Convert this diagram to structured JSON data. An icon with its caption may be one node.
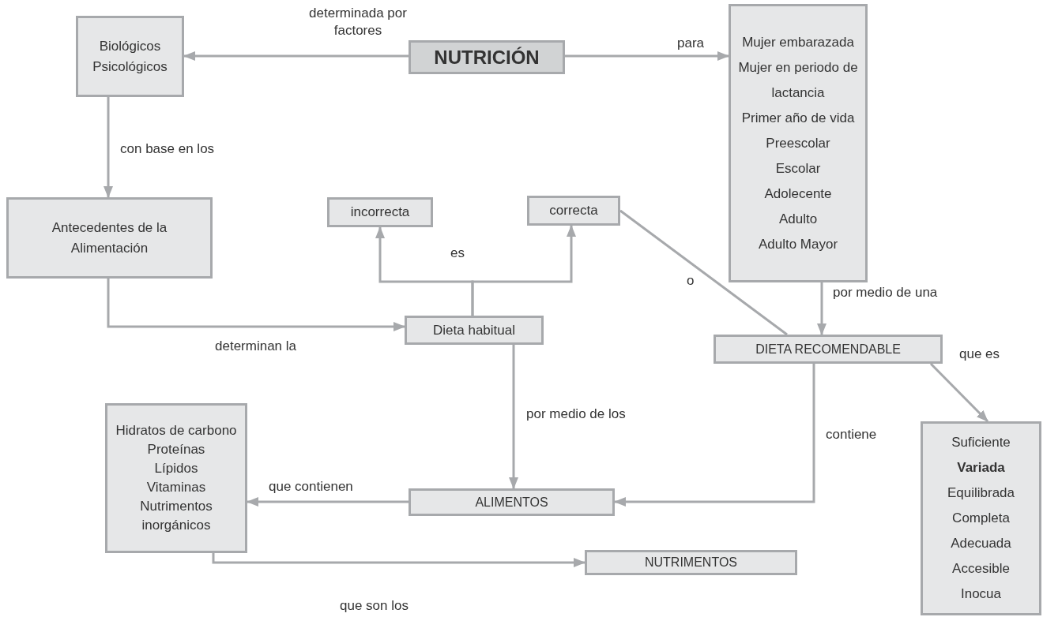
{
  "diagram": {
    "nodes": [
      {
        "text": [
          "Biológicos",
          "Psicológicos"
        ]
      },
      {
        "text": [
          "NUTRICIÓN"
        ]
      },
      {
        "text": [
          "Mujer embarazada",
          "Mujer en periodo de lactancia",
          "Primer año de vida",
          "Preescolar",
          "Escolar",
          "Adolecente",
          "Adulto",
          "Adulto Mayor"
        ]
      },
      {
        "text": [
          "Antecedentes de la Alimentación"
        ]
      },
      {
        "text": [
          "incorrecta"
        ]
      },
      {
        "text": [
          "correcta"
        ]
      },
      {
        "text": [
          "Dieta habitual"
        ]
      },
      {
        "text": [
          "DIETA RECOMENDABLE"
        ]
      },
      {
        "text": [
          "Hidratos de carbono",
          "Proteínas",
          "Lípidos",
          "Vitaminas",
          "Nutrimentos inorgánicos"
        ]
      },
      {
        "text": [
          "ALIMENTOS"
        ]
      },
      {
        "text": [
          "Suficiente",
          "**Variada**",
          "Equilibrada",
          "Completa",
          "Adecuada",
          "Accesible",
          "Inocua"
        ]
      },
      {
        "text": [
          "NUTRIMENTOS"
        ]
      }
    ],
    "edges": [
      {
        "from": 1,
        "to": 0,
        "arrow": "to",
        "label": "determinada por factores"
      },
      {
        "from": 1,
        "to": 2,
        "arrow": "to",
        "label": "para"
      },
      {
        "from": 0,
        "to": 3,
        "arrow": "to",
        "label": "con base en los"
      },
      {
        "from": 3,
        "to": 6,
        "arrow": "to",
        "label": "determinan la"
      },
      {
        "from": 6,
        "to": 4,
        "arrow": "to",
        "label": "es"
      },
      {
        "from": 6,
        "to": 5,
        "arrow": "to"
      },
      {
        "from": 5,
        "to": 7,
        "arrow": "none",
        "label": "o"
      },
      {
        "from": 2,
        "to": 7,
        "arrow": "to",
        "label": "por medio de una"
      },
      {
        "from": 7,
        "to": 10,
        "arrow": "to",
        "label": "que es"
      },
      {
        "from": 6,
        "to": 9,
        "arrow": "to",
        "label": "por medio de los"
      },
      {
        "from": 7,
        "to": 9,
        "arrow": "to",
        "label": "contiene"
      },
      {
        "from": 9,
        "to": 8,
        "arrow": "to",
        "label": "que contienen"
      },
      {
        "from": 8,
        "to": 11,
        "arrow": "to",
        "label": "que son los"
      }
    ]
  }
}
